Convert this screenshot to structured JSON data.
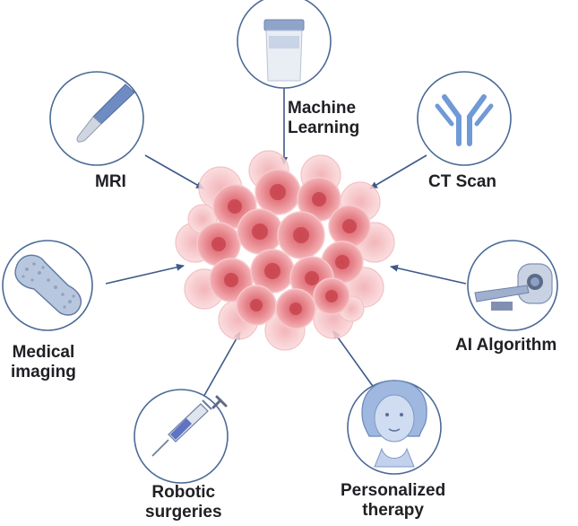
{
  "nodes": {
    "machine_learning": {
      "line1": "Machine",
      "line2": "Learning",
      "icon": "specimen-jar-icon"
    },
    "mri": {
      "label": "MRI",
      "icon": "scalpel-icon"
    },
    "ct_scan": {
      "label": "CT Scan",
      "icon": "antibody-icon"
    },
    "medical_imaging": {
      "line1": "Medical",
      "line2": "imaging",
      "icon": "femur-bone-icon"
    },
    "ai_algorithm": {
      "label": "AI Algorithm",
      "icon": "ct-scanner-icon"
    },
    "robotic_surgeries": {
      "line1": "Robotic",
      "line2": "surgeries",
      "icon": "syringe-icon"
    },
    "personalized_therapy": {
      "line1": "Personalized",
      "line2": "therapy",
      "icon": "patient-face-icon"
    }
  },
  "center": {
    "icon": "tumor-cell-cluster-icon"
  },
  "colors": {
    "circle_stroke": "#4a6a96",
    "arrow": "#3d5a88",
    "tumor_dark": "#d9606a",
    "tumor_mid": "#e98a90",
    "tumor_light": "#f6c4c7",
    "text": "#1f1f24"
  }
}
